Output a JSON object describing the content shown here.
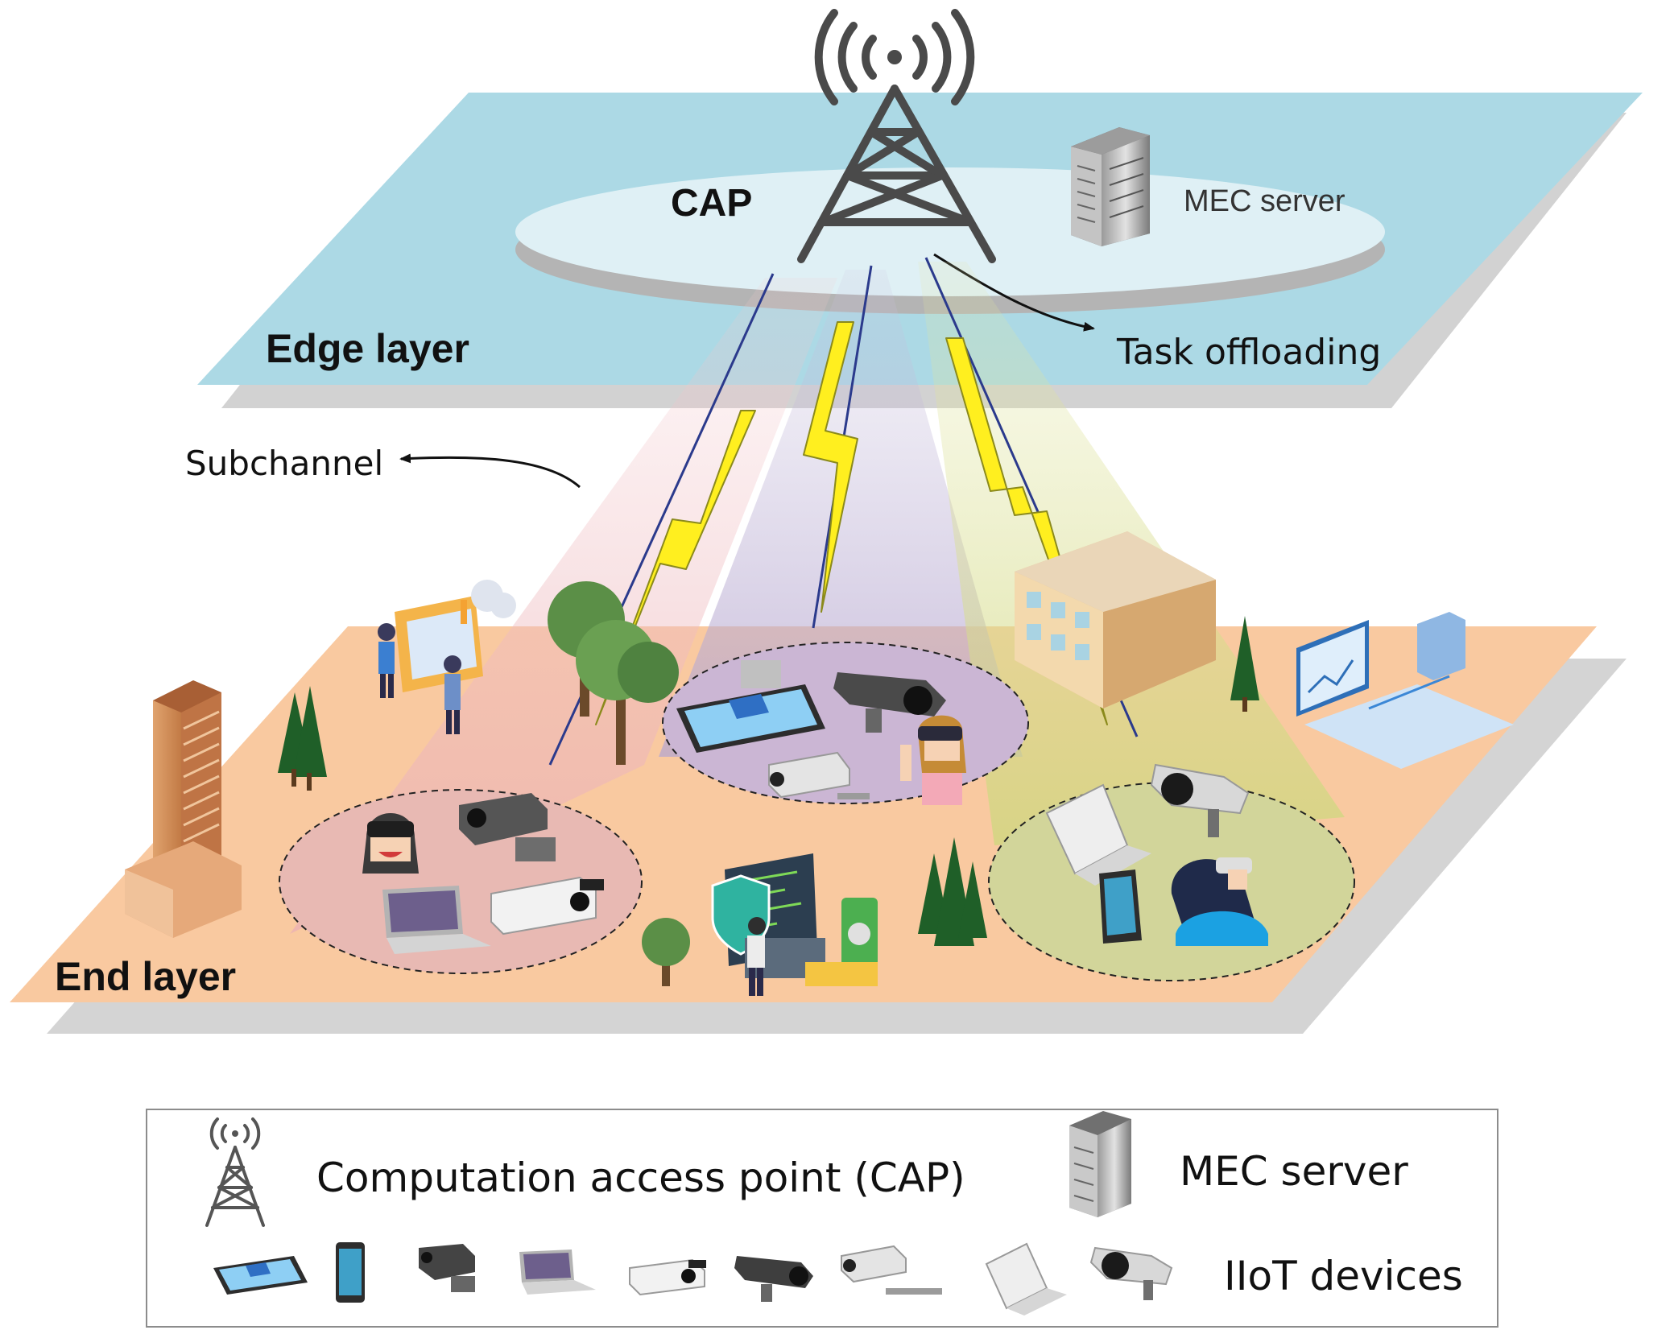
{
  "diagram": {
    "edge_layer": {
      "label": "Edge layer",
      "cap_label": "CAP",
      "server_label": "MEC server",
      "offload_label": "Task offloading"
    },
    "end_layer": {
      "label": "End layer",
      "subchannel_label": "Subchannel"
    },
    "legend": {
      "cap_item": "Computation access point (CAP)",
      "server_item": "MEC server",
      "devices_item": "IIoT devices",
      "device_icons": [
        "tablet-icon",
        "smartphone-icon",
        "bullet-camera-icon",
        "laptop-icon",
        "box-camera-icon",
        "dome-camera-icon",
        "wall-camera-icon",
        "laptop-silver-icon",
        "spot-camera-icon"
      ]
    },
    "colors": {
      "edge_plane": "#acd9e5",
      "end_plane": "#f9c9a0",
      "plane_shadow": "#cfcfcf",
      "cluster_left": "#e8b9b3",
      "cluster_middle": "#cbb6d4",
      "cluster_right": "#d2d59a",
      "lightning": "#ffef1f"
    }
  }
}
